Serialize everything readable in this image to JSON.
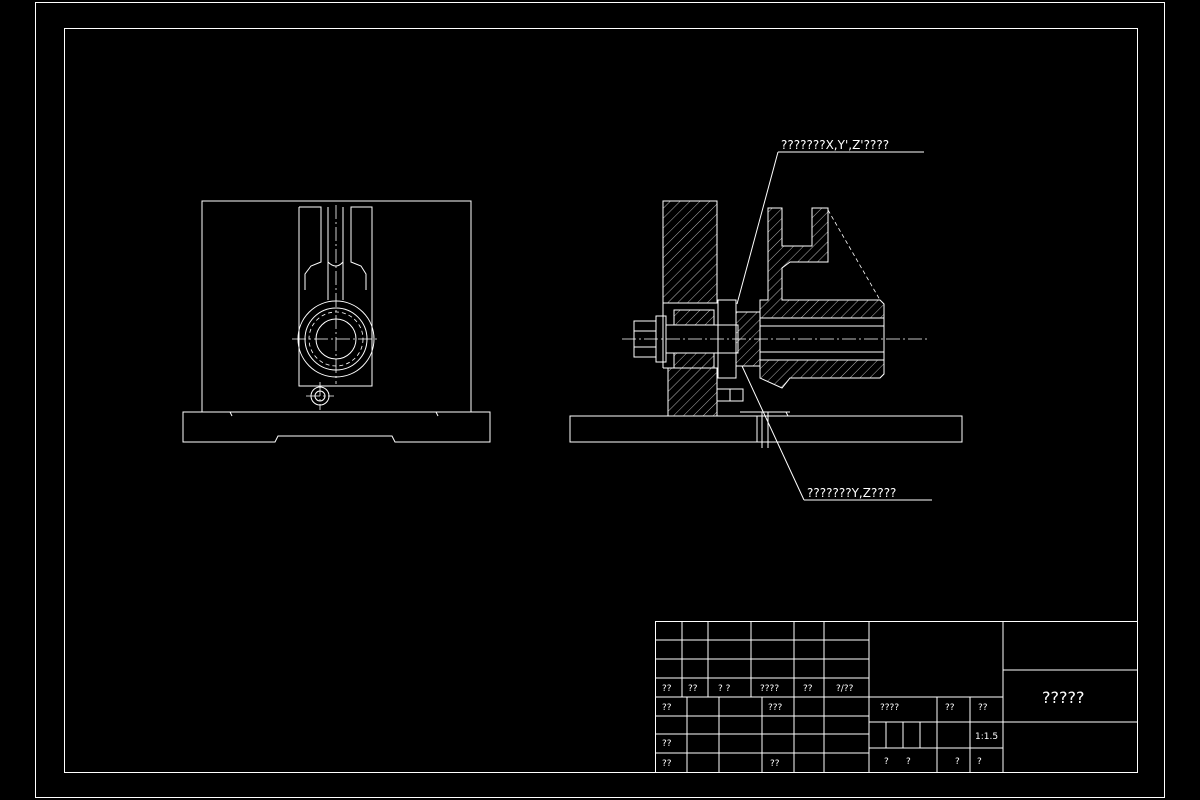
{
  "drawing": {
    "callout_top": "???????X,Y',Z'????",
    "callout_bottom": "???????Y,Z????"
  },
  "title_block": {
    "header_labels": [
      "??",
      "??",
      "? ?",
      "????",
      "??",
      "?/??"
    ],
    "designer_label": "??",
    "standard_label": "???",
    "approve_label": "??",
    "date_label": "??",
    "stage_label": "????",
    "weight_label": "??",
    "scale_label": "??",
    "scale_value": "1:1.5",
    "sheet_left": "?",
    "sheet_left2": "?",
    "sheet_right": "?",
    "sheet_right2": "?",
    "drawing_name": "?????"
  },
  "colors": {
    "background": "#000000",
    "line": "#ffffff"
  }
}
